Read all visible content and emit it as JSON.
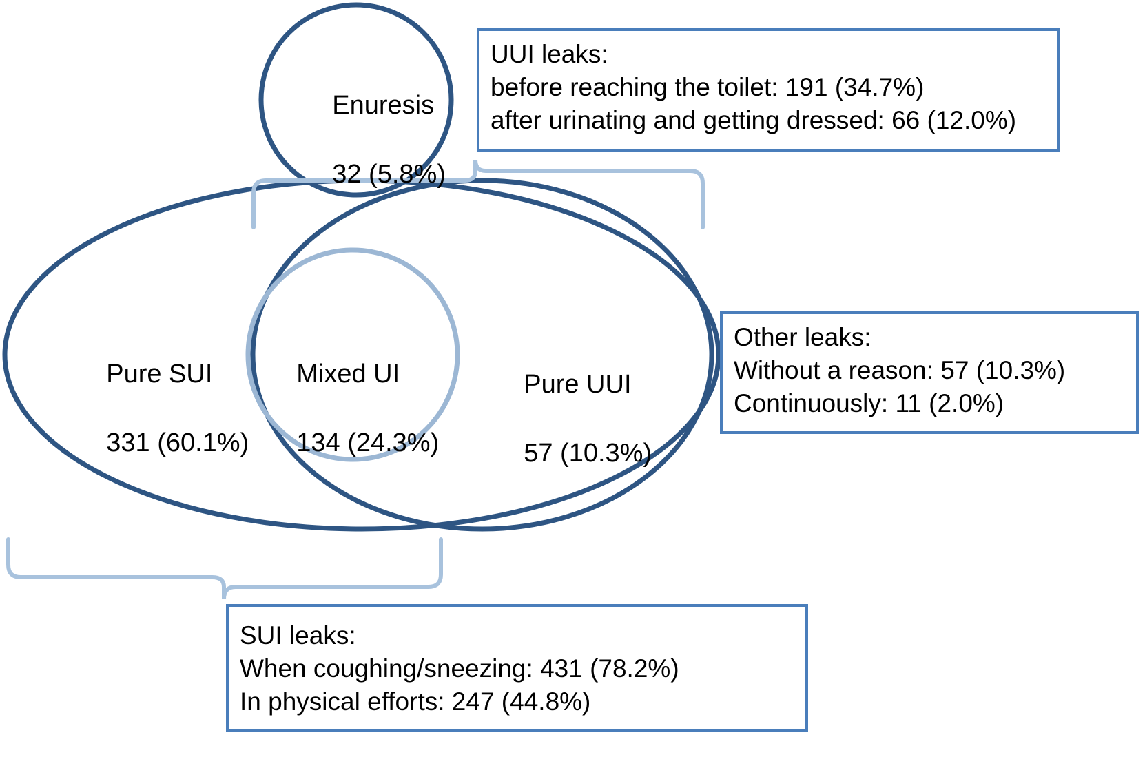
{
  "diagram": {
    "type": "venn",
    "title": "Urinary incontinence subtypes and leak circumstances",
    "colors": {
      "ellipse_stroke": "#2e5583",
      "circle_stroke_light": "#9cb7d4",
      "brace_stroke": "#a8c2dd",
      "box_border": "#4a7ebb",
      "text": "#000000",
      "background": "#ffffff"
    },
    "sets": [
      {
        "id": "enuresis",
        "shape": "circle",
        "label": "Enuresis",
        "value": "32 (5.8%)",
        "count": 32,
        "percent": 5.8
      },
      {
        "id": "pure-sui",
        "shape": "ellipse",
        "label": "Pure SUI",
        "value": "331 (60.1%)",
        "count": 331,
        "percent": 60.1
      },
      {
        "id": "mixed-ui",
        "shape": "circle",
        "label": "Mixed UI",
        "value": "134 (24.3%)",
        "count": 134,
        "percent": 24.3
      },
      {
        "id": "pure-uui",
        "shape": "ellipse",
        "label": "Pure UUI",
        "value": "57 (10.3%)",
        "count": 57,
        "percent": 10.3
      }
    ],
    "callouts": [
      {
        "id": "uui-leaks",
        "heading": "UUI leaks:",
        "lines": [
          "before reaching the toilet: 191 (34.7%)",
          "after urinating and getting dressed: 66 (12.0%)"
        ],
        "items": [
          {
            "label": "before reaching the toilet",
            "count": 191,
            "percent": 34.7
          },
          {
            "label": "after urinating and getting dressed",
            "count": 66,
            "percent": 12.0
          }
        ]
      },
      {
        "id": "other-leaks",
        "heading": "Other leaks:",
        "lines": [
          "Without a reason: 57 (10.3%)",
          "Continuously: 11 (2.0%)"
        ],
        "items": [
          {
            "label": "Without a reason",
            "count": 57,
            "percent": 10.3
          },
          {
            "label": "Continuously",
            "count": 11,
            "percent": 2.0
          }
        ]
      },
      {
        "id": "sui-leaks",
        "heading": "SUI leaks:",
        "lines": [
          "When coughing/sneezing: 431 (78.2%)",
          "In physical efforts: 247 (44.8%)"
        ],
        "items": [
          {
            "label": "When coughing/sneezing",
            "count": 431,
            "percent": 78.2
          },
          {
            "label": "In physical efforts",
            "count": 247,
            "percent": 44.8
          }
        ]
      }
    ]
  }
}
